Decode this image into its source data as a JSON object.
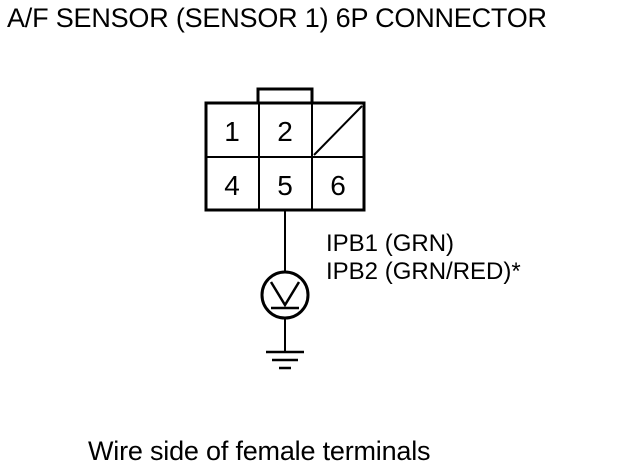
{
  "diagram": {
    "title": "A/F SENSOR (SENSOR 1) 6P CONNECTOR",
    "connector": {
      "terminals": [
        "1",
        "2",
        "",
        "4",
        "5",
        "6"
      ]
    },
    "wire_labels": [
      "IPB1 (GRN)",
      "IPB2 (GRN/RED)*"
    ],
    "meter_icon": "voltmeter-icon",
    "ground_icon": "ground-icon",
    "caption": "Wire side of female terminals"
  }
}
